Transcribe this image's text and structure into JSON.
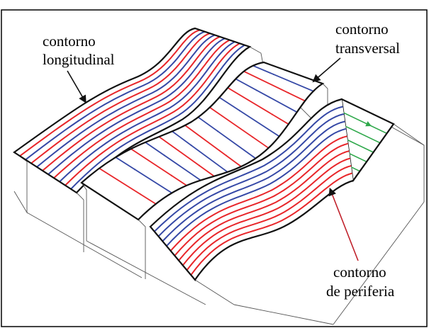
{
  "caption_fragment": "",
  "labels": {
    "longitudinal": [
      "contorno",
      "longitudinal"
    ],
    "transversal": [
      "contorno",
      "transversal"
    ],
    "periferia": [
      "contorno",
      "de periferia"
    ]
  },
  "colors": {
    "red": "#e8262a",
    "blue": "#3548a6",
    "green": "#2ea84a",
    "outline": "#111111",
    "frame": "#000000",
    "box": "#444444"
  }
}
